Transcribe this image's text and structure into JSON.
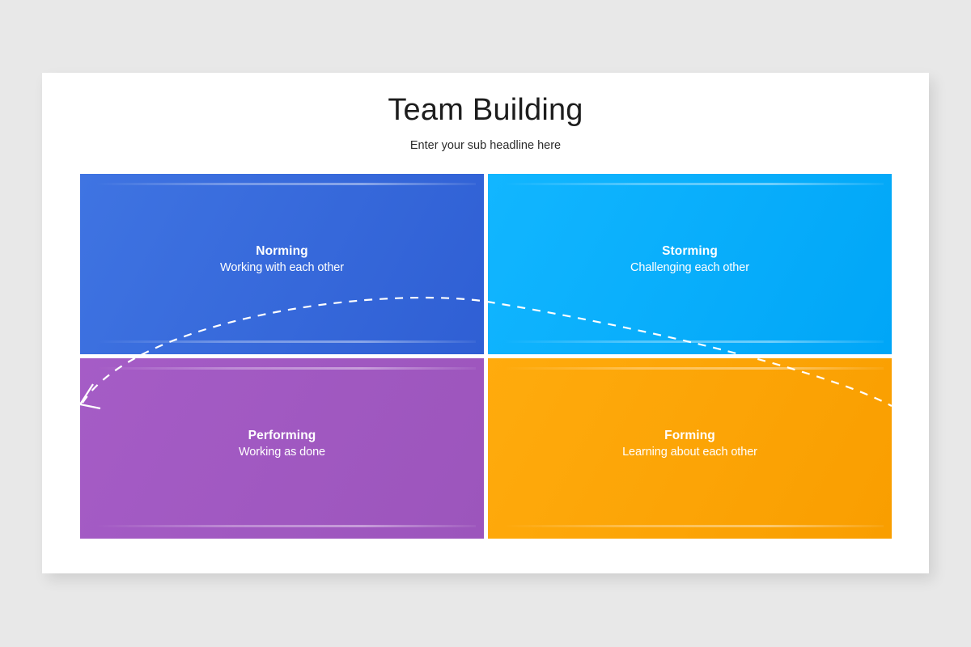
{
  "slide": {
    "title": "Team Building",
    "subtitle": "Enter your sub headline here",
    "background_color": "#e8e8e8",
    "card_color": "#ffffff"
  },
  "quadrants": [
    {
      "id": "norming",
      "title": "Norming",
      "description": "Working with each other",
      "color_from": "#3f74e2",
      "color_to": "#2f5fd4",
      "position": "top-left"
    },
    {
      "id": "storming",
      "title": "Storming",
      "description": "Challenging each other",
      "color_from": "#12b6ff",
      "color_to": "#00a6f7",
      "position": "top-right"
    },
    {
      "id": "performing",
      "title": "Performing",
      "description": "Working as done",
      "color_from": "#a55cc6",
      "color_to": "#9c55bc",
      "position": "bottom-left"
    },
    {
      "id": "forming",
      "title": "Forming",
      "description": "Learning about each other",
      "color_from": "#ffab0d",
      "color_to": "#f99e00",
      "position": "bottom-right"
    }
  ],
  "arc": {
    "name": "dashed-cycle-arrow",
    "stroke_color": "#ffffff",
    "dash_pattern": "10 9",
    "stroke_width": 2.2,
    "arrow_end": "left"
  }
}
